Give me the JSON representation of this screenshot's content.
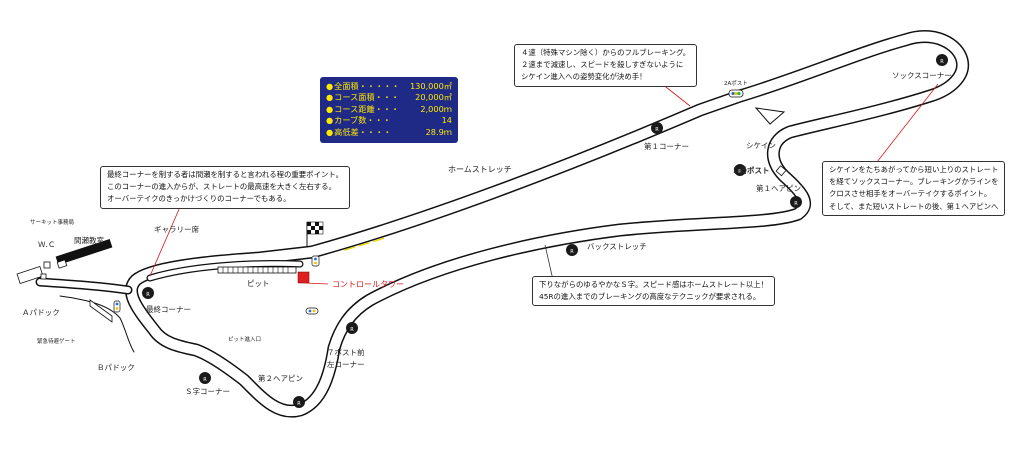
{
  "info": {
    "rows": [
      {
        "k": "全面積・・・・・",
        "v": "130,000㎡"
      },
      {
        "k": "コース面積・・・",
        "v": "20,000㎡"
      },
      {
        "k": "コース距離・・・",
        "v": "2,000ｍ"
      },
      {
        "k": "カーブ数・・・",
        "v": "14"
      },
      {
        "k": "高低差・・・・",
        "v": "28.9ｍ"
      }
    ]
  },
  "callouts": {
    "braking": [
      "４速（特殊マシン除く）からのフルブレーキング。",
      "２速まで減速し、スピードを殺しすぎないように",
      "シケイン進入への姿勢変化が決め手！"
    ],
    "final_corner": [
      "最終コーナーを制する者は間瀬を制すると言われる程の重要ポイント。",
      "このコーナーの進入からが、ストレートの最高速を大きく左右する。",
      "オーバーテイクのきっかけづくりのコーナーでもある。"
    ],
    "chicane": [
      "シケインをたちあがってから短い上りのストレート",
      "を経てソックスコーナー。ブレーキングかラインを",
      "クロスさせ相手をオーバーテイクするポイント。",
      "そして、また短いストレートの後、第１ヘアピンへ"
    ],
    "s_curve": [
      "下りながらのゆるやかなＳ字。スピード感はホームストレート以上！",
      "45Rの進入までのブレーキングの高度なテクニックが要求される。"
    ]
  },
  "labels": {
    "home_straight": "ホームストレッチ",
    "first_corner": "第１コーナー",
    "chicane": "シケイン",
    "post_2a": "2Aポスト",
    "socks_corner": "ソックスコーナー",
    "post_5": "５番ポスト",
    "first_hairpin": "第１ヘアピン",
    "back_straight": "バックストレッチ",
    "control_tower": "コントロールタワー",
    "pit": "ピット",
    "gallery": "ギャラリー席",
    "final_corner": "最終コーナー",
    "pit_entrance": "ピット進入口",
    "post7_line1": "７ポスト前",
    "post7_line2": "左コーナー",
    "second_hairpin": "第２ヘアピン",
    "s_corner": "Ｓ字コーナー",
    "a_paddock": "Ａパドック",
    "b_paddock": "Ｂパドック",
    "circuit_office": "サーキット事務局",
    "wc": "Ｗ.Ｃ",
    "mase_classroom": "間瀬教室",
    "emergency_gate": "緊急待避ゲート",
    "r_mark": "R"
  },
  "colors": {
    "info_bg": "#1f2a86",
    "info_text": "#ffe800",
    "control_tower": "#e02020",
    "track": "#111111",
    "marker": "#1a1a1a"
  }
}
